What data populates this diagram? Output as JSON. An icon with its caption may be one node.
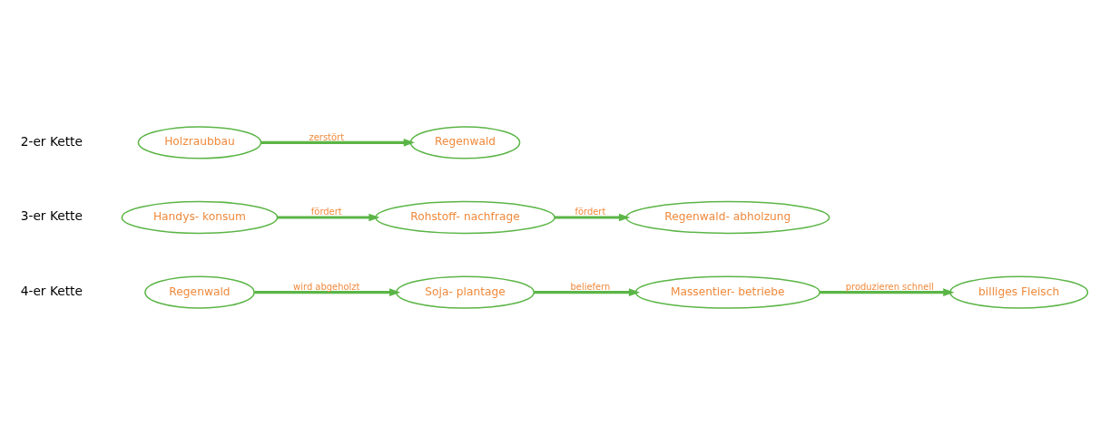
{
  "diagram": {
    "nodes": [
      {
        "text": [
          "Holzraubbau"
        ]
      },
      {
        "text": [
          "Regenwald"
        ]
      },
      {
        "text": [
          "Handys- konsum"
        ]
      },
      {
        "text": [
          "Rohstoff- nachfrage"
        ]
      },
      {
        "text": [
          "Regenwald- abholzung"
        ]
      },
      {
        "text": [
          "Regenwald"
        ]
      },
      {
        "text": [
          "Soja- plantage"
        ]
      },
      {
        "text": [
          "Massentier- betriebe"
        ]
      },
      {
        "text": [
          "billiges Fleisch"
        ]
      }
    ],
    "edges": [
      {
        "from": 0,
        "to": 1,
        "arrow": "to",
        "label": "zerstört"
      },
      {
        "from": 2,
        "to": 3,
        "arrow": "to",
        "label": "fördert"
      },
      {
        "from": 3,
        "to": 4,
        "arrow": "to",
        "label": "fördert"
      },
      {
        "from": 5,
        "to": 6,
        "arrow": "to",
        "label": "wird abgeholzt"
      },
      {
        "from": 6,
        "to": 7,
        "arrow": "to",
        "label": "beliefern"
      },
      {
        "from": 7,
        "to": 8,
        "arrow": "to",
        "label": "produzieren schnell"
      }
    ],
    "labels": [
      "2-er Kette",
      "3-er Kette",
      "4-er Kette"
    ]
  }
}
